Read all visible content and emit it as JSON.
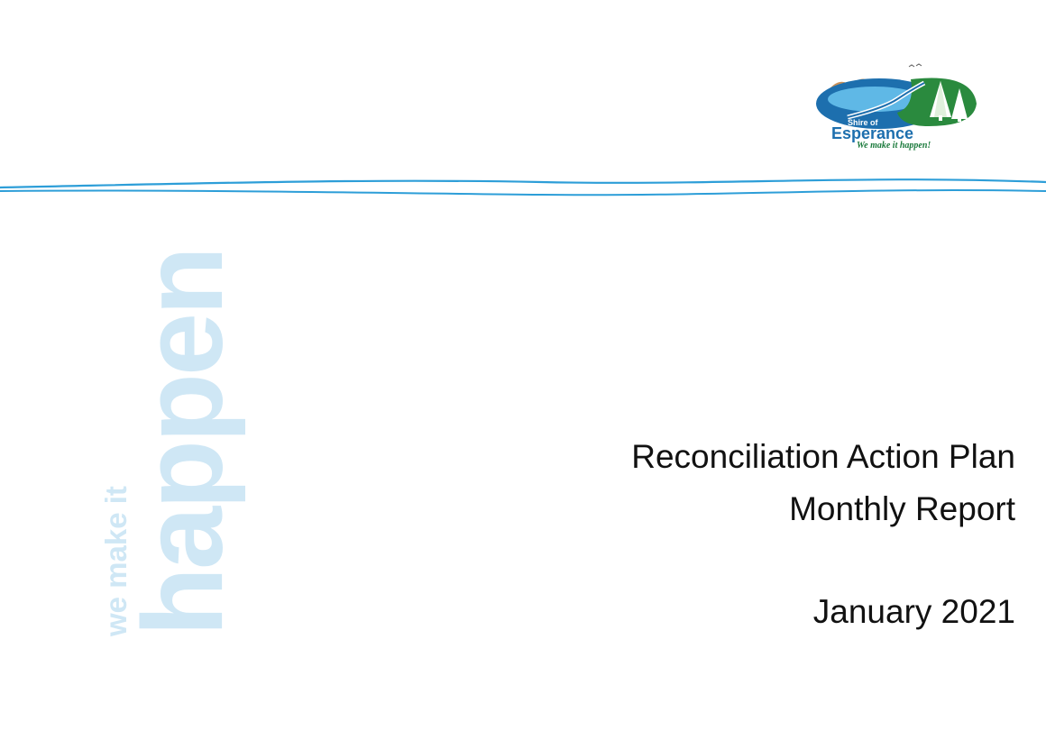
{
  "logo": {
    "shire_label": "Shire of",
    "name": "Esperance",
    "tagline": "We make it happen!",
    "icon": "shire-of-esperance-logo-icon",
    "colors": {
      "sea": "#1d6fae",
      "land": "#2a8a3e",
      "hills": "#c9915a"
    }
  },
  "watermark": {
    "small_text": "we make it",
    "big_text": "happen",
    "color": "#cfe7f5"
  },
  "title": {
    "line1": "Reconciliation Action Plan",
    "line2": "Monthly Report",
    "date": "January 2021"
  },
  "divider": {
    "color": "#2d9ed8"
  }
}
